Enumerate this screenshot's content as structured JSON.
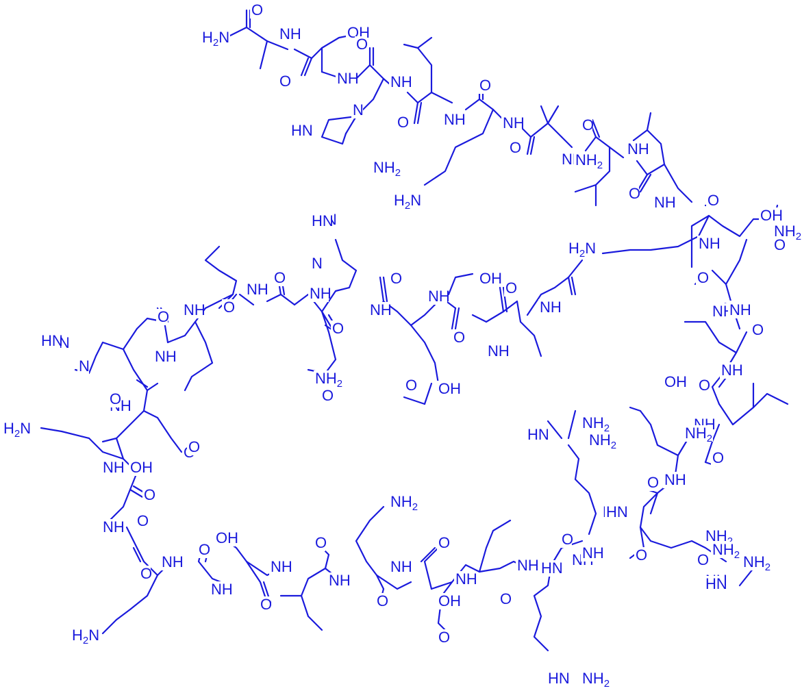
{
  "colors": {
    "ink": "#1a1adc",
    "background": "#ffffff"
  },
  "labels": [
    "H2N",
    "NH",
    "NH",
    "NH",
    "NH",
    "NH",
    "NH",
    "NH",
    "NH",
    "NH",
    "NH",
    "NH",
    "NH",
    "NH",
    "NH",
    "NH",
    "NH",
    "NH",
    "NH",
    "NH",
    "NH",
    "NH",
    "NH",
    "NH",
    "NH",
    "NH",
    "NH",
    "NH",
    "NH",
    "NH",
    "NH",
    "NH",
    "NH",
    "NH",
    "NH",
    "NH",
    "NH",
    "NH",
    "OH",
    "OH",
    "OH",
    "OH",
    "OH",
    "OH",
    "OH",
    "OH",
    "NH2",
    "NH2",
    "NH2",
    "NH2",
    "NH2",
    "NH2",
    "NH2",
    "NH2",
    "NH2",
    "NH2",
    "NH2",
    "NH2",
    "HN",
    "HN",
    "HN",
    "HN",
    "HN",
    "HN",
    "HN",
    "HN",
    "H2N",
    "H2N",
    "H2N",
    "H2N",
    "N",
    "N",
    "N",
    "HN",
    "HN",
    "O",
    "O",
    "O",
    "O",
    "O",
    "O",
    "O",
    "O",
    "O",
    "O",
    "O",
    "O",
    "O",
    "O",
    "O",
    "O",
    "O",
    "O",
    "O",
    "O",
    "O",
    "O",
    "O",
    "O",
    "O",
    "O",
    "O",
    "O",
    "O",
    "O",
    "O",
    "O",
    "O",
    "O",
    "O",
    "O",
    "O",
    "O",
    "O",
    "O"
  ]
}
